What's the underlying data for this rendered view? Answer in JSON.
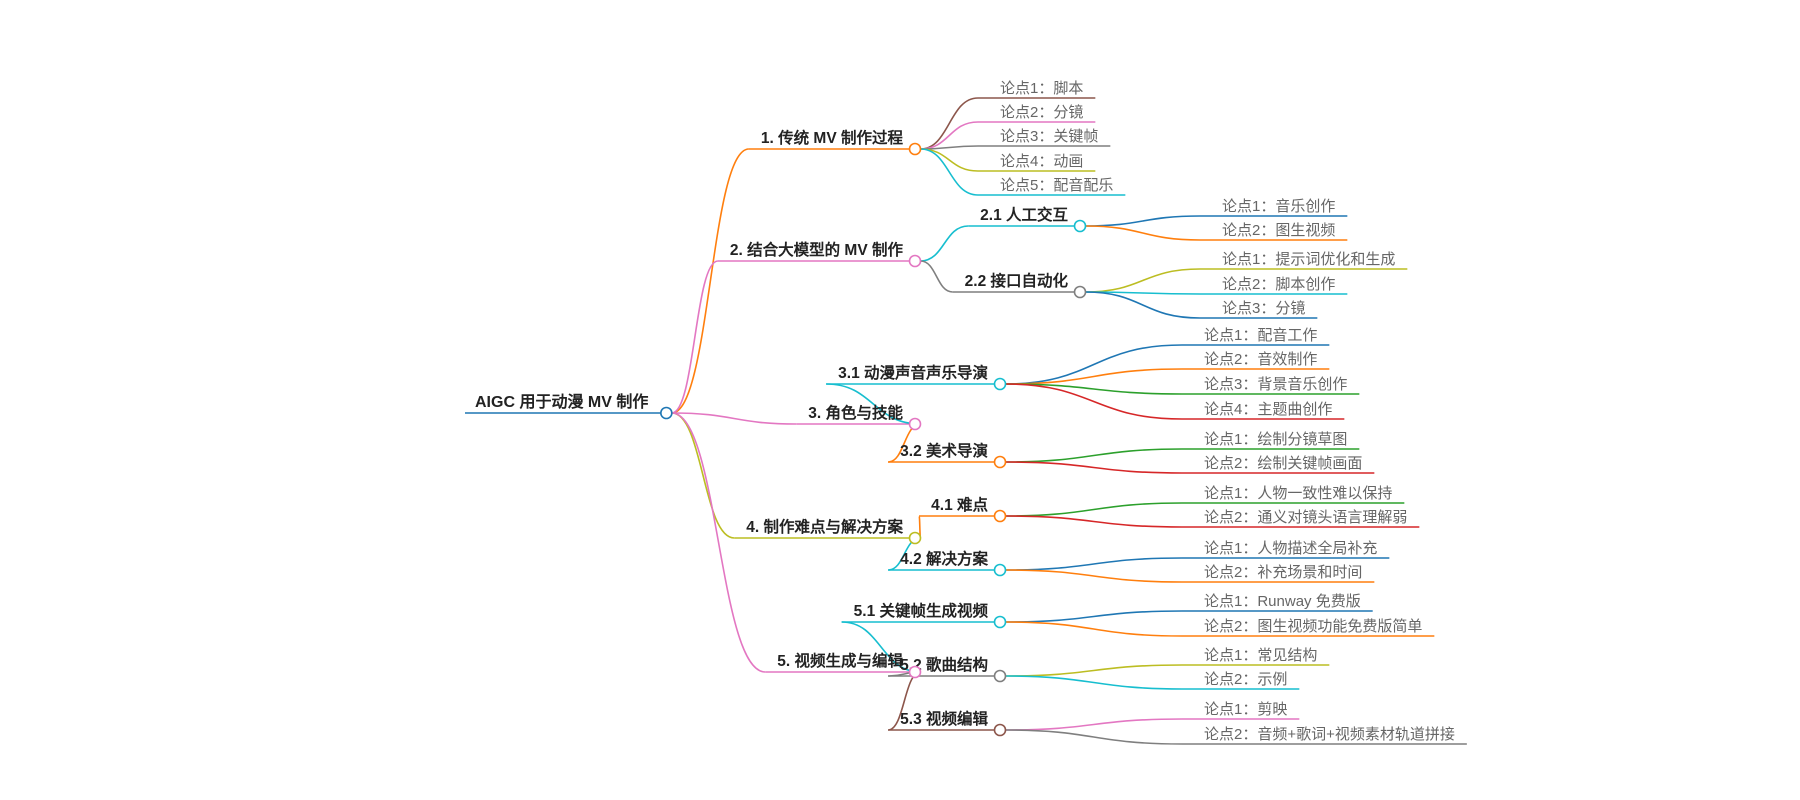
{
  "mindmap": {
    "root": {
      "label": "AIGC 用于动漫 MV 制作",
      "color": "#1f77b4",
      "children": [
        {
          "label": "1. 传统 MV 制作过程",
          "color": "#ff7f0e",
          "children": [
            {
              "label": "论点1：脚本",
              "color": "#8c564b"
            },
            {
              "label": "论点2：分镜",
              "color": "#e377c2"
            },
            {
              "label": "论点3：关键帧",
              "color": "#7f7f7f"
            },
            {
              "label": "论点4：动画",
              "color": "#bcbd22"
            },
            {
              "label": "论点5：配音配乐",
              "color": "#17becf"
            }
          ]
        },
        {
          "label": "2. 结合大模型的 MV 制作",
          "color": "#e377c2",
          "children": [
            {
              "label": "2.1 人工交互",
              "color": "#17becf",
              "children": [
                {
                  "label": "论点1：音乐创作",
                  "color": "#1f77b4"
                },
                {
                  "label": "论点2：图生视频",
                  "color": "#ff7f0e"
                }
              ]
            },
            {
              "label": "2.2 接口自动化",
              "color": "#7f7f7f",
              "children": [
                {
                  "label": "论点1：提示词优化和生成",
                  "color": "#bcbd22"
                },
                {
                  "label": "论点2：脚本创作",
                  "color": "#17becf"
                },
                {
                  "label": "论点3：分镜",
                  "color": "#1f77b4"
                }
              ]
            }
          ]
        },
        {
          "label": "3. 角色与技能",
          "color": "#e377c2",
          "children": [
            {
              "label": "3.1 动漫声音声乐导演",
              "color": "#17becf",
              "children": [
                {
                  "label": "论点1：配音工作",
                  "color": "#1f77b4"
                },
                {
                  "label": "论点2：音效制作",
                  "color": "#ff7f0e"
                },
                {
                  "label": "论点3：背景音乐创作",
                  "color": "#2ca02c"
                },
                {
                  "label": "论点4：主题曲创作",
                  "color": "#d62728"
                }
              ]
            },
            {
              "label": "3.2 美术导演",
              "color": "#ff7f0e",
              "children": [
                {
                  "label": "论点1：绘制分镜草图",
                  "color": "#2ca02c"
                },
                {
                  "label": "论点2：绘制关键帧画面",
                  "color": "#d62728"
                }
              ]
            }
          ]
        },
        {
          "label": "4. 制作难点与解决方案",
          "color": "#bcbd22",
          "children": [
            {
              "label": "4.1 难点",
              "color": "#ff7f0e",
              "children": [
                {
                  "label": "论点1：人物一致性难以保持",
                  "color": "#2ca02c"
                },
                {
                  "label": "论点2：通义对镜头语言理解弱",
                  "color": "#d62728"
                }
              ]
            },
            {
              "label": "4.2 解决方案",
              "color": "#17becf",
              "children": [
                {
                  "label": "论点1：人物描述全局补充",
                  "color": "#1f77b4"
                },
                {
                  "label": "论点2：补充场景和时间",
                  "color": "#ff7f0e"
                }
              ]
            }
          ]
        },
        {
          "label": "5. 视频生成与编辑",
          "color": "#e377c2",
          "children": [
            {
              "label": "5.1 关键帧生成视频",
              "color": "#17becf",
              "children": [
                {
                  "label": "论点1：Runway 免费版",
                  "color": "#1f77b4"
                },
                {
                  "label": "论点2：图生视频功能免费版简单",
                  "color": "#ff7f0e"
                }
              ]
            },
            {
              "label": "5.2 歌曲结构",
              "color": "#7f7f7f",
              "children": [
                {
                  "label": "论点1：常见结构",
                  "color": "#bcbd22"
                },
                {
                  "label": "论点2：示例",
                  "color": "#17becf"
                }
              ]
            },
            {
              "label": "5.3 视频编辑",
              "color": "#8c564b",
              "children": [
                {
                  "label": "论点1：剪映",
                  "color": "#e377c2"
                },
                {
                  "label": "论点2：音频+歌词+视频素材轨道拼接",
                  "color": "#7f7f7f"
                }
              ]
            }
          ]
        }
      ]
    }
  }
}
